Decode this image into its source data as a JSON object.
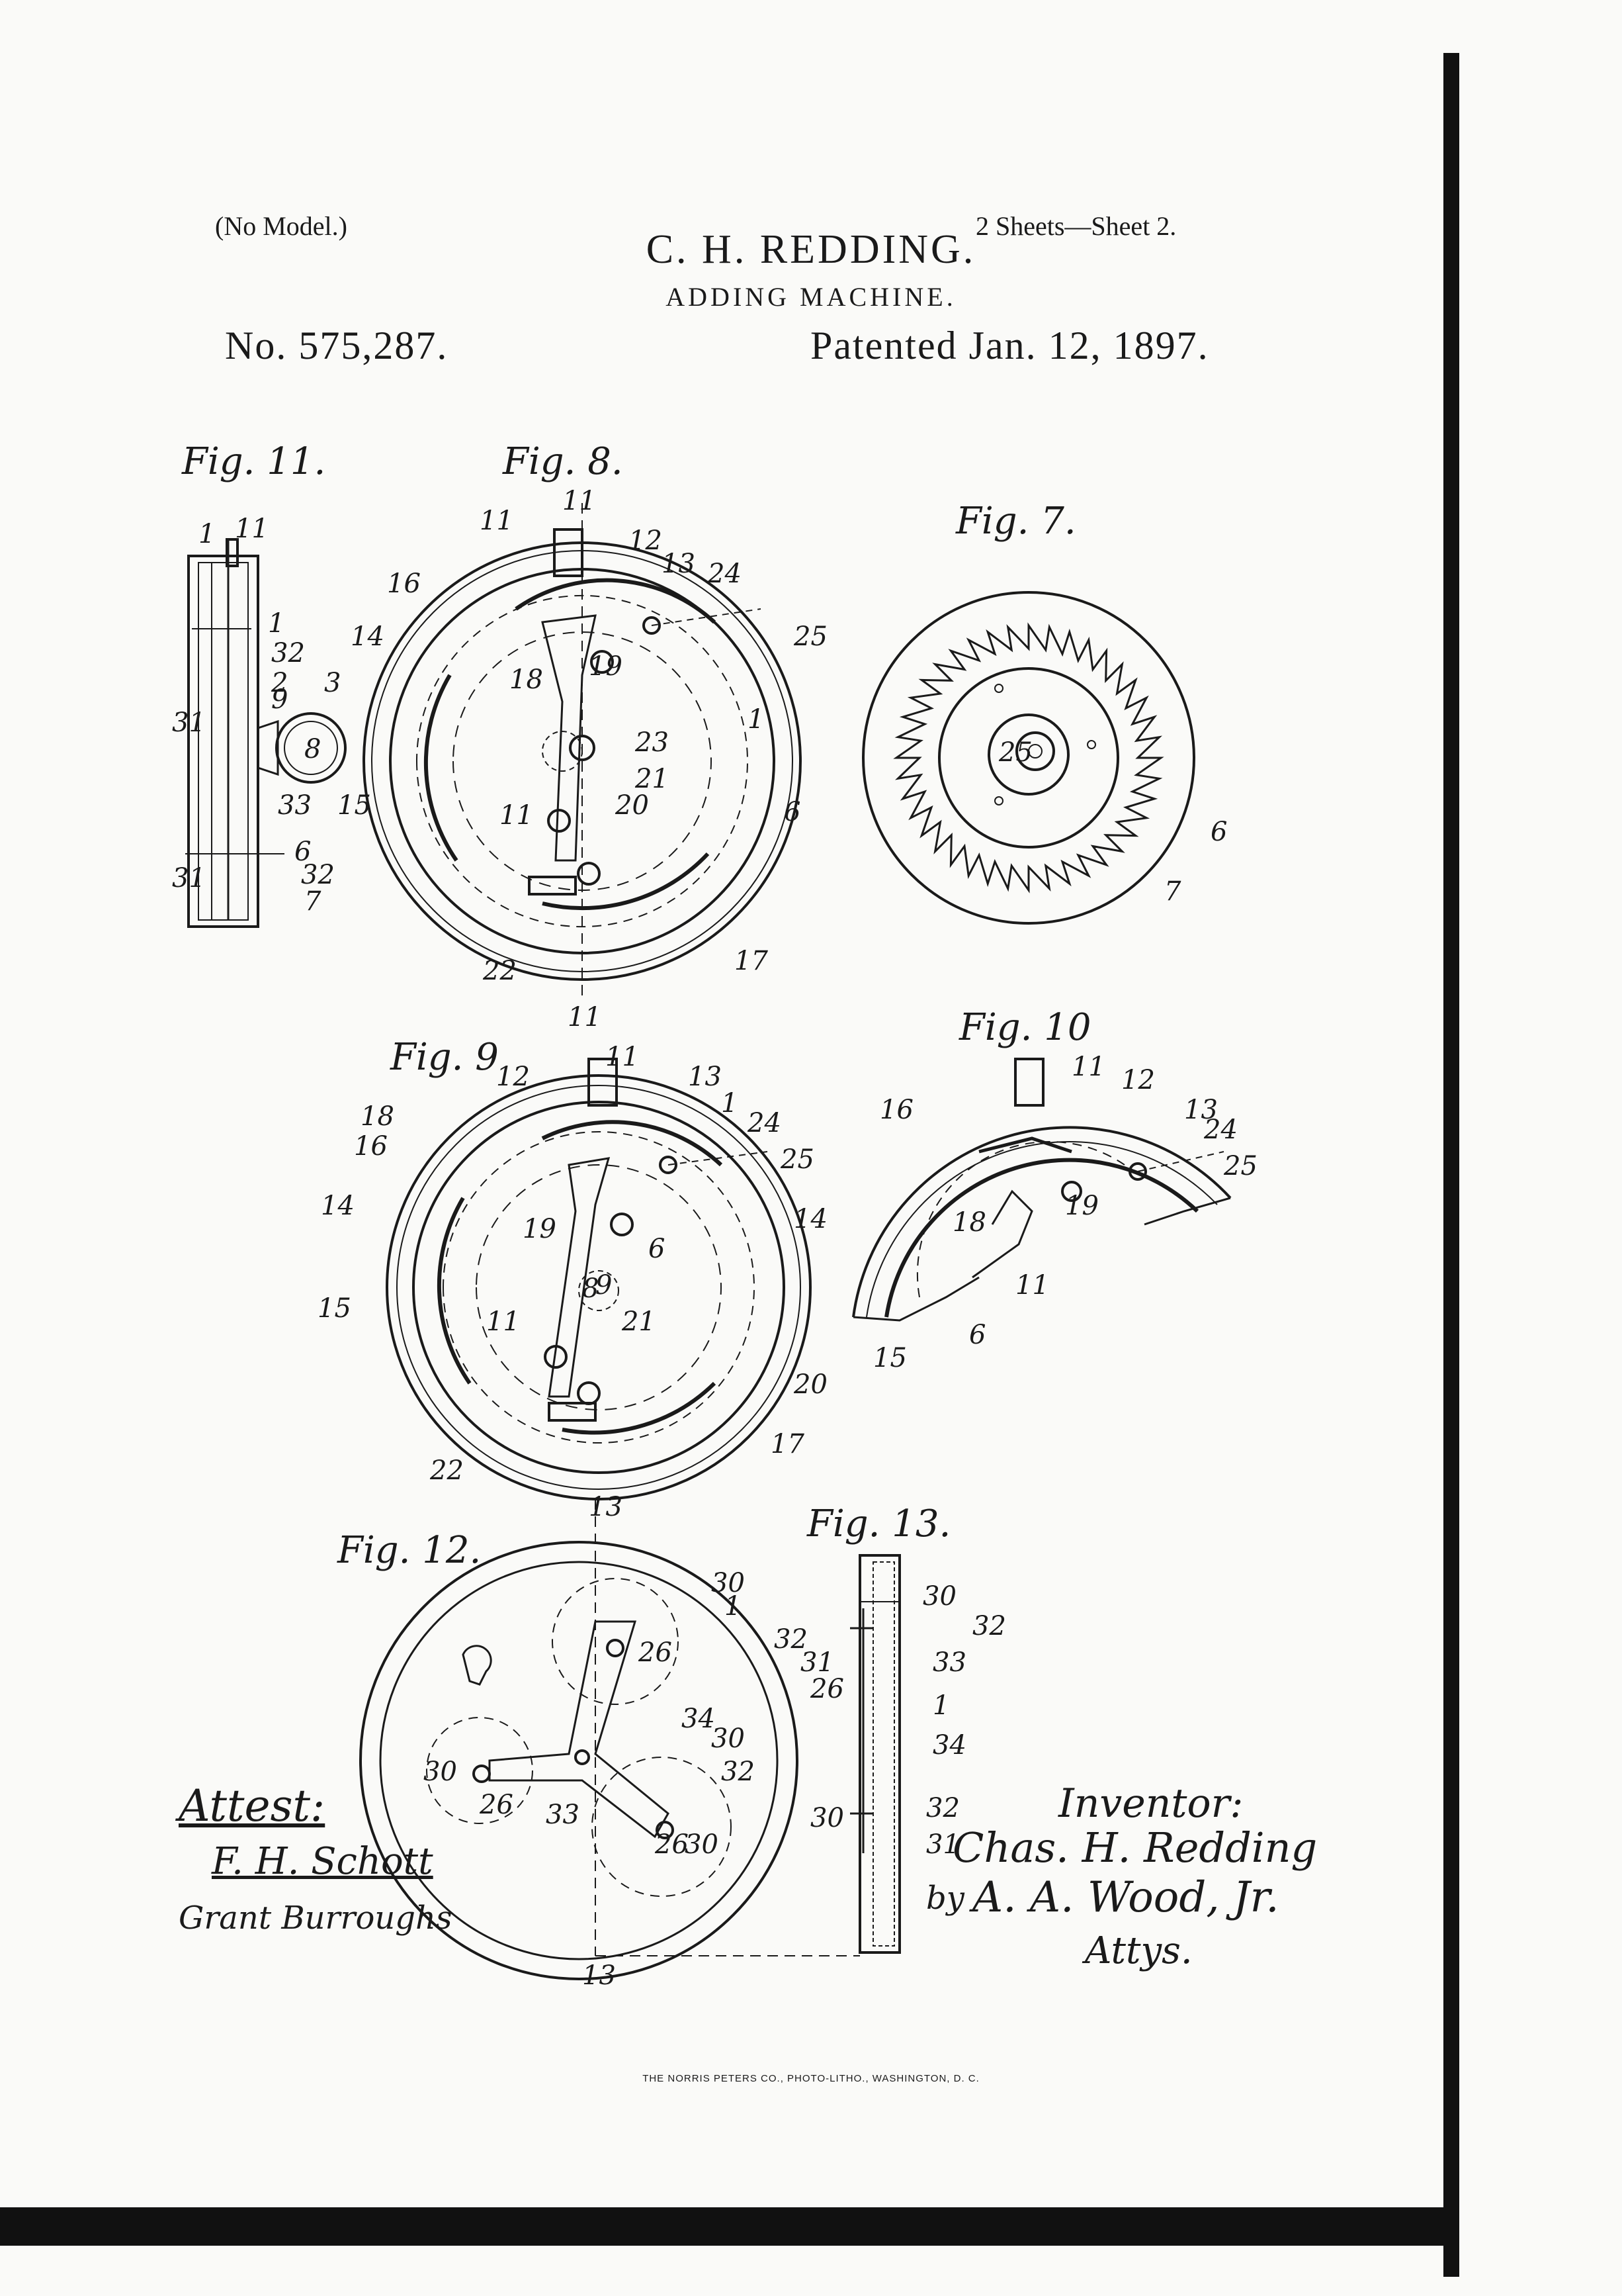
{
  "header": {
    "model_note": "(No Model.)",
    "sheets": "2 Sheets—Sheet 2.",
    "inventor": "C. H. REDDING.",
    "title": "ADDING MACHINE.",
    "patent_number": "No. 575,287.",
    "patent_date": "Patented Jan. 12, 1897."
  },
  "figures": {
    "fig7": "Fig. 7.",
    "fig8": "Fig. 8.",
    "fig9": "Fig. 9",
    "fig10": "Fig. 10",
    "fig11": "Fig. 11.",
    "fig12": "Fig. 12.",
    "fig13": "Fig. 13."
  },
  "signatures": {
    "attest_label": "Attest:",
    "witness1": "F. H. Schott",
    "witness2": "Grant Burroughs",
    "inventor_label": "Inventor:",
    "inventor_signature": "Chas. H. Redding",
    "by": "by",
    "attorney": "A. A. Wood, Jr.",
    "attys": "Attys."
  },
  "footer": {
    "printer": "THE NORRIS PETERS CO., PHOTO-LITHO., WASHINGTON, D. C."
  }
}
